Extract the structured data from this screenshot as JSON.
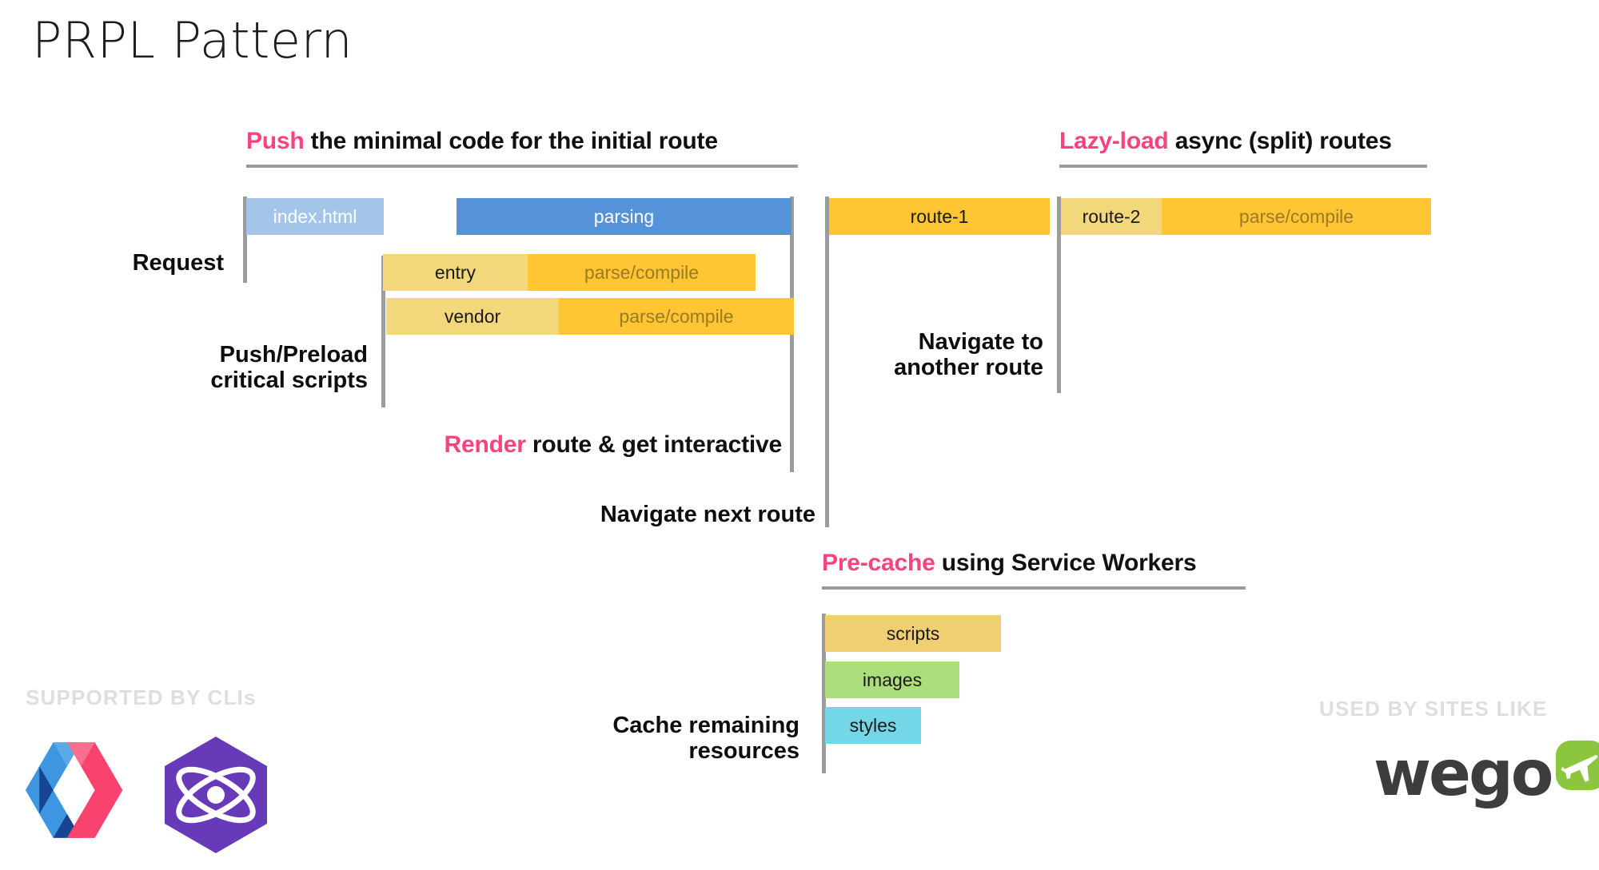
{
  "title": "PRPL Pattern",
  "sections": {
    "push": {
      "keyword": "Push",
      "rest": " the minimal code for the initial route"
    },
    "lazy": {
      "keyword": "Lazy-load",
      "rest": " async (split) routes"
    },
    "render": {
      "keyword": "Render",
      "rest": " route & get interactive"
    },
    "precache": {
      "keyword": "Pre-cache",
      "rest": " using Service Workers"
    }
  },
  "labels": {
    "request": "Request",
    "push_preload": "Push/Preload\ncritical scripts",
    "navigate_next": "Navigate next route",
    "navigate_another": "Navigate to\nanother route",
    "cache_remaining": "Cache remaining\nresources"
  },
  "bars": {
    "index_html": "index.html",
    "parsing": "parsing",
    "entry": "entry",
    "entry_parse": "parse/compile",
    "vendor": "vendor",
    "vendor_parse": "parse/compile",
    "route1": "route-1",
    "route2": "route-2",
    "route2_parse": "parse/compile",
    "scripts": "scripts",
    "images": "images",
    "styles": "styles"
  },
  "footer": {
    "supported_by": "SUPPORTED BY CLIs",
    "used_by": "USED BY SITES LIKE",
    "wego_wordmark": "wego"
  },
  "colors": {
    "accent_pink": "#f8437e",
    "light_blue": "#a4c5ea",
    "blue": "#5692da",
    "pale_yellow": "#f3d87b",
    "amber": "#ffc533",
    "scripts_yellow": "#f0cf72",
    "images_green": "#aede7c",
    "styles_cyan": "#74d7e8",
    "guide_gray": "#9c9c9c",
    "polymer_blue": "#3f96e0",
    "polymer_navy": "#17458f",
    "polymer_pink": "#f8436e",
    "preact_purple": "#673ab8",
    "wego_green": "#8cc63e"
  },
  "chart_data": {
    "type": "bar",
    "title": "PRPL Pattern",
    "note": "Timeline / waterfall diagram of resource loading phases",
    "tracks": [
      {
        "phase": "Push the minimal code for the initial route",
        "row_label": "Request",
        "bars": [
          {
            "label": "index.html",
            "start": 308,
            "end": 480,
            "color": "#a4c5ea"
          },
          {
            "label": "parsing",
            "start": 572,
            "end": 990,
            "color": "#5692da"
          }
        ]
      },
      {
        "phase": "Push the minimal code for the initial route",
        "row_label": "Push/Preload critical scripts",
        "bars": [
          {
            "label": "entry",
            "start": 480,
            "end": 660,
            "color": "#f3d87b"
          },
          {
            "label": "parse/compile",
            "start": 660,
            "end": 945,
            "color": "#ffc533"
          },
          {
            "label": "vendor",
            "start": 485,
            "end": 700,
            "color": "#f3d87b"
          },
          {
            "label": "parse/compile",
            "start": 700,
            "end": 993,
            "color": "#ffc533"
          }
        ]
      },
      {
        "phase": "Lazy-load async (split) routes",
        "row_label": "Navigate to another route",
        "bars": [
          {
            "label": "route-1",
            "start": 1040,
            "end": 1313,
            "color": "#ffc533"
          },
          {
            "label": "route-2",
            "start": 1330,
            "end": 1453,
            "color": "#f3d87b"
          },
          {
            "label": "parse/compile",
            "start": 1453,
            "end": 1790,
            "color": "#ffc533"
          }
        ]
      },
      {
        "phase": "Pre-cache using Service Workers",
        "row_label": "Cache remaining resources",
        "bars": [
          {
            "label": "scripts",
            "start": 1030,
            "end": 1252,
            "color": "#f0cf72"
          },
          {
            "label": "images",
            "start": 1030,
            "end": 1200,
            "color": "#aede7c"
          },
          {
            "label": "styles",
            "start": 1030,
            "end": 1152,
            "color": "#74d7e8"
          }
        ]
      }
    ]
  }
}
